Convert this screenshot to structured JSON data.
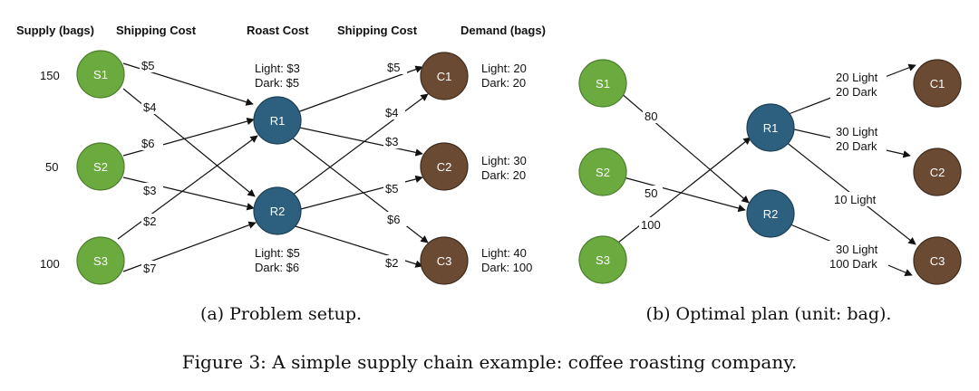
{
  "headers": {
    "supply": "Supply (bags)",
    "shipping1": "Shipping Cost",
    "roast": "Roast Cost",
    "shipping2": "Shipping Cost",
    "demand": "Demand (bags)"
  },
  "supply_values": {
    "s1": "150",
    "s2": "50",
    "s3": "100"
  },
  "nodes": {
    "s1": "S1",
    "s2": "S2",
    "s3": "S3",
    "r1": "R1",
    "r2": "R2",
    "c1": "C1",
    "c2": "C2",
    "c3": "C3"
  },
  "setup_edges": {
    "s1_r1": "$5",
    "s1_r2": "$4",
    "s2_r1": "$6",
    "s2_r2": "$3",
    "s3_r1": "$2",
    "s3_r2": "$7",
    "r1_c1": "$5",
    "r2_c1": "$4",
    "r1_c2": "$3",
    "r2_c2": "$5",
    "r1_c3": "$6",
    "r2_c3": "$2"
  },
  "roast_costs": {
    "r1_light": "Light: $3",
    "r1_dark": "Dark: $5",
    "r2_light": "Light: $5",
    "r2_dark": "Dark: $6"
  },
  "demand": {
    "c1_light": "Light: 20",
    "c1_dark": "Dark: 20",
    "c2_light": "Light: 30",
    "c2_dark": "Dark: 20",
    "c3_light": "Light: 40",
    "c3_dark": "Dark: 100"
  },
  "plan_edges": {
    "s1_r2": "80",
    "s2_r2": "50",
    "s3_r1": "100",
    "r1_c1_a": "20 Light",
    "r1_c1_b": "20 Dark",
    "r1_c2_a": "30 Light",
    "r1_c2_b": "20 Dark",
    "r1_c3": "10 Light",
    "r2_c3_a": "30 Light",
    "r2_c3_b": "100 Dark"
  },
  "captions": {
    "a": "(a) Problem setup.",
    "b": "(b) Optimal plan (unit: bag).",
    "figure": "Figure 3: A simple supply chain example: coffee roasting company."
  },
  "colors": {
    "supply": "#6aaa3f",
    "roaster": "#2d5f7e",
    "customer": "#6b4a33",
    "edge": "#111111"
  }
}
